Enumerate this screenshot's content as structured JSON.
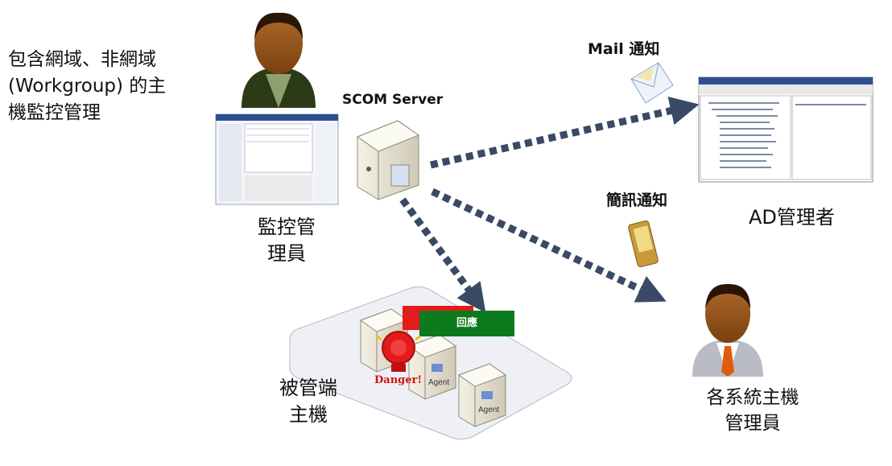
{
  "labels": {
    "title": "包含網域、非網域\n(Workgroup) 的主\n機監控管理",
    "scom_server": "SCOM Server",
    "mail_notify": "Mail 通知",
    "sms_notify": "簡訊通知",
    "monitor_admin": "監控管\n理員",
    "ad_admin": "AD管理者",
    "managed_hosts": "被管端\n主機",
    "system_admin": "各系統主機\n管理員",
    "reply": "回應",
    "danger": "Danger!",
    "agent": "Agent"
  },
  "colors": {
    "arrow": "#3a4a66",
    "reply_green": "#0a7a1c",
    "alert_red": "#e21b1b",
    "admin_tie": "#e25a12"
  },
  "icons": [
    "person-icon",
    "server-icon",
    "envelope-icon",
    "pda-icon",
    "alarm-bell-icon",
    "screenshot-thumbnail"
  ]
}
